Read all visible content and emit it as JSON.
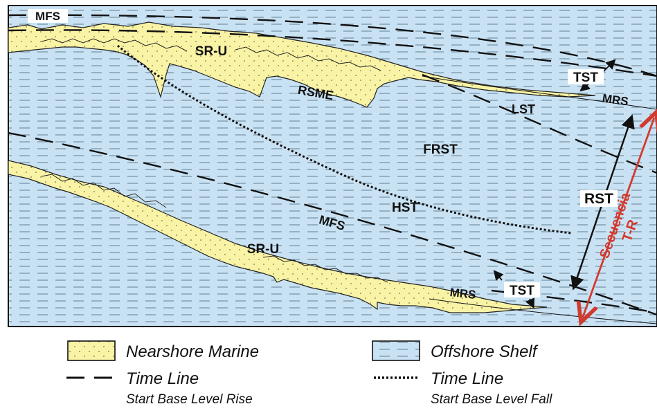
{
  "colors": {
    "shelf_fill": "#c9e2f3",
    "shelf_dash": "#5f7f93",
    "marine_fill": "#f9f3a5",
    "marine_dot": "#7a7354",
    "line": "#111111",
    "sequence_arrow": "#d23a2e"
  },
  "diagram": {
    "labels": {
      "mfs_top": "MFS",
      "sru_upper": "SR-U",
      "rsme": "RSME",
      "tst_upper": "TST",
      "mrs_upper": "MRS",
      "lst": "LST",
      "frst": "FRST",
      "hst": "HST",
      "rst": "RST",
      "mfs_lower": "MFS",
      "sru_lower": "SR-U",
      "mrs_lower": "MRS",
      "tst_lower": "TST",
      "sequence_line1": "Secuencia",
      "sequence_line2": "T-R"
    }
  },
  "legend": {
    "nearshore": "Nearshore Marine",
    "offshore": "Offshore Shelf",
    "timeline_rise": "Time Line",
    "timeline_rise_sub": "Start Base Level Rise",
    "timeline_fall": "Time Line",
    "timeline_fall_sub": "Start Base Level Fall"
  }
}
